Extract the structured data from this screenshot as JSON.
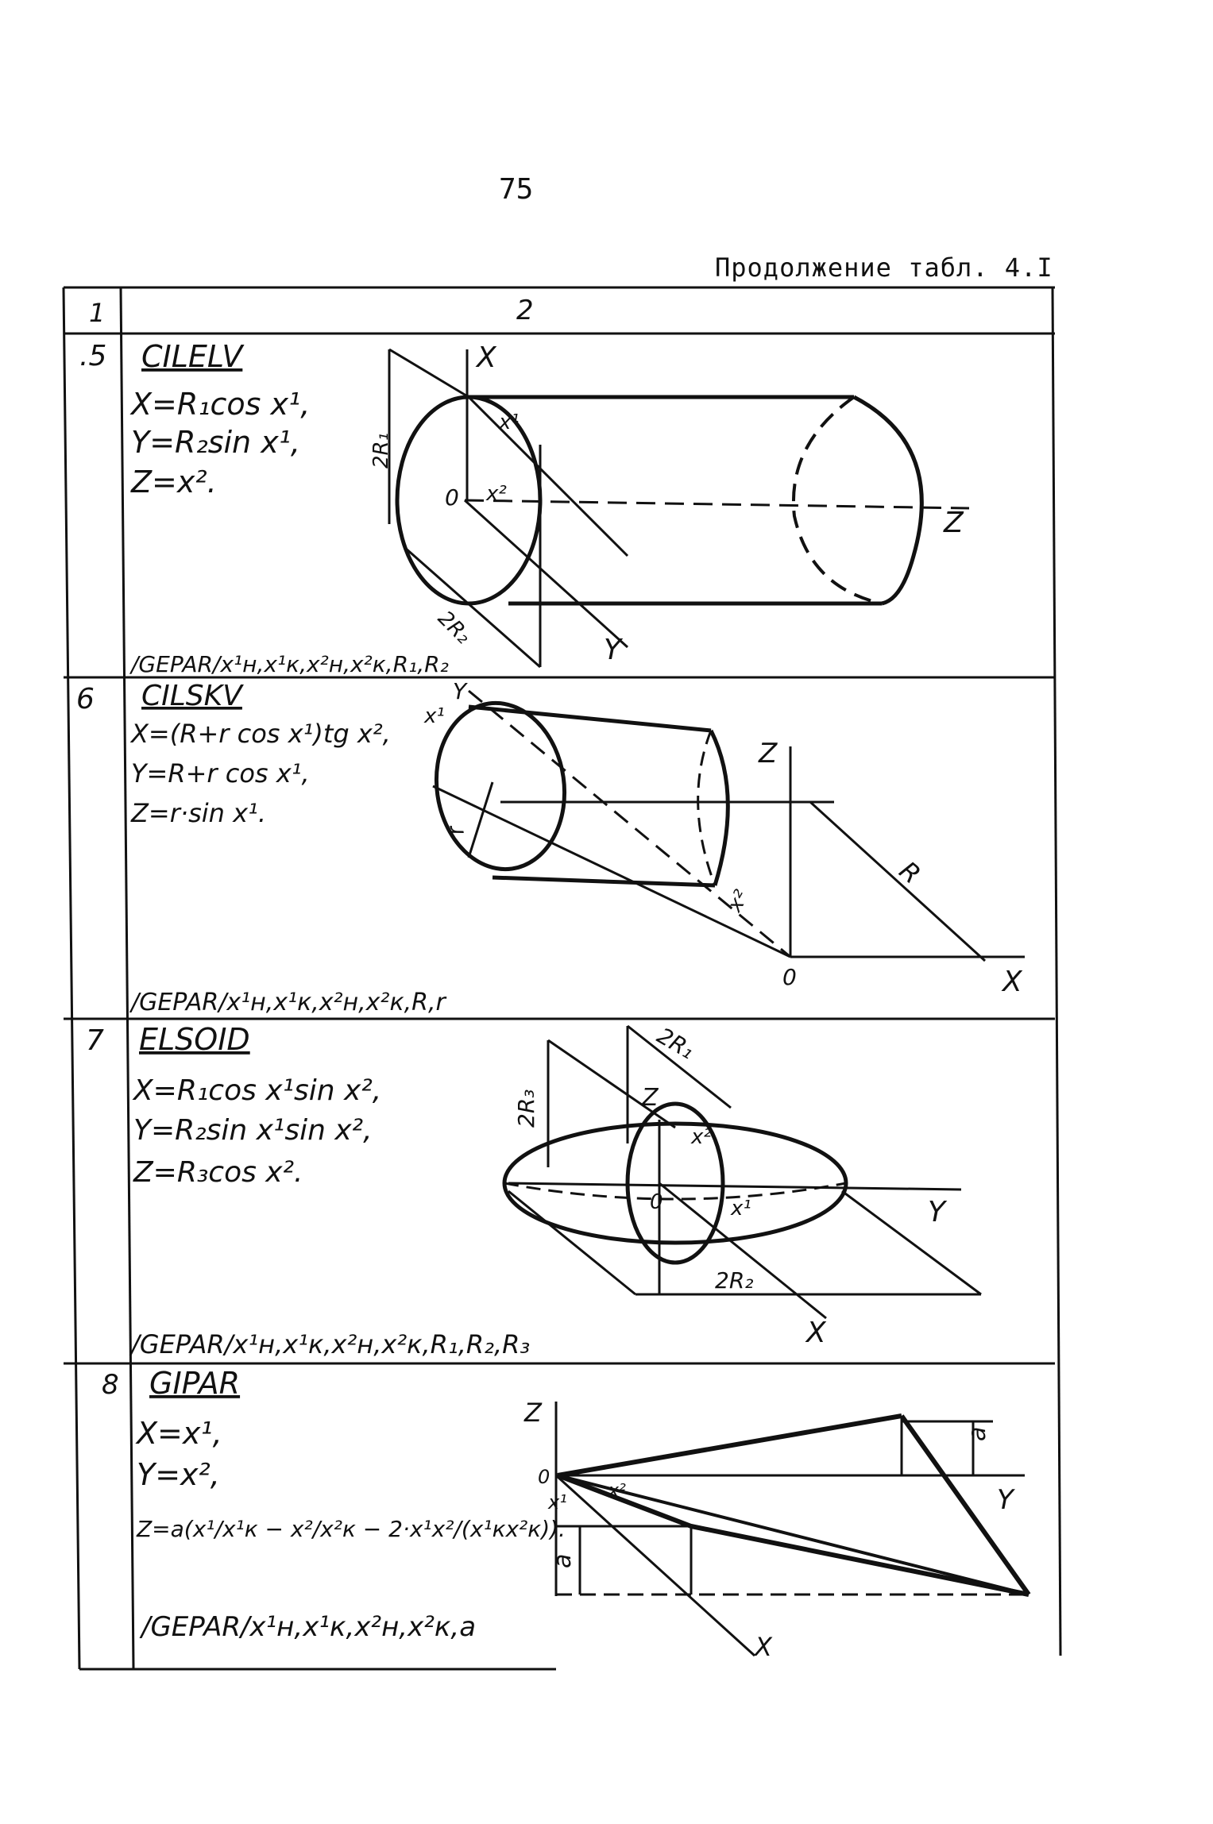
{
  "page": {
    "number": "75",
    "continuation": "Продолжение табл. 4.I"
  },
  "table": {
    "headers": [
      "1",
      "2"
    ],
    "rows": [
      {
        "num": ".5",
        "name": "CILELV",
        "formulas": [
          "X=R₁cos x¹,",
          "Y=R₂sin x¹,",
          "Z=x²."
        ],
        "gepar": "/GEPAR/x¹н,x¹к,x²н,x²к,R₁,R₂",
        "labels": {
          "axis_x": "X",
          "axis_y": "Y",
          "axis_z": "Z",
          "origin": "0",
          "x1": "x¹",
          "x2": "x²",
          "dim_a": "2R₁",
          "dim_b": "2R₂"
        }
      },
      {
        "num": "6",
        "name": "CILSKV",
        "formulas": [
          "X=(R+r cos x¹)tg x²,",
          "Y=R+r cos x¹,",
          "Z=r·sin x¹."
        ],
        "gepar": "/GEPAR/x¹н,x¹к,x²н,x²к,R,r",
        "labels": {
          "axis_x": "X",
          "axis_y": "Y",
          "axis_z": "Z",
          "origin": "0",
          "x1": "x¹",
          "x2": "x²",
          "r": "r",
          "R": "R"
        }
      },
      {
        "num": "7",
        "name": "ELSOID",
        "formulas": [
          "X=R₁cos x¹sin x²,",
          "Y=R₂sin x¹sin x²,",
          "Z=R₃cos x²."
        ],
        "gepar": "/GEPAR/x¹н,x¹к,x²н,x²к,R₁,R₂,R₃",
        "labels": {
          "axis_x": "X",
          "axis_y": "Y",
          "axis_z": "Z",
          "origin": "0",
          "x1": "x¹",
          "x2": "x²",
          "dim_1": "2R₁",
          "dim_2": "2R₂",
          "dim_3": "2R₃"
        }
      },
      {
        "num": "8",
        "name": "GIPAR",
        "formulas": [
          "X=x¹,",
          "Y=x²,",
          "Z=a(x¹/x¹к − x²/x²к − 2·x¹x²/(x¹кx²к))."
        ],
        "gepar": "/GEPAR/x¹н,x¹к,x²н,x²к,a",
        "labels": {
          "axis_x": "X",
          "axis_y": "Y",
          "axis_z": "Z",
          "origin": "0",
          "x1": "x¹",
          "x2": "x²",
          "a_top": "a",
          "a_left": "a"
        }
      }
    ]
  }
}
